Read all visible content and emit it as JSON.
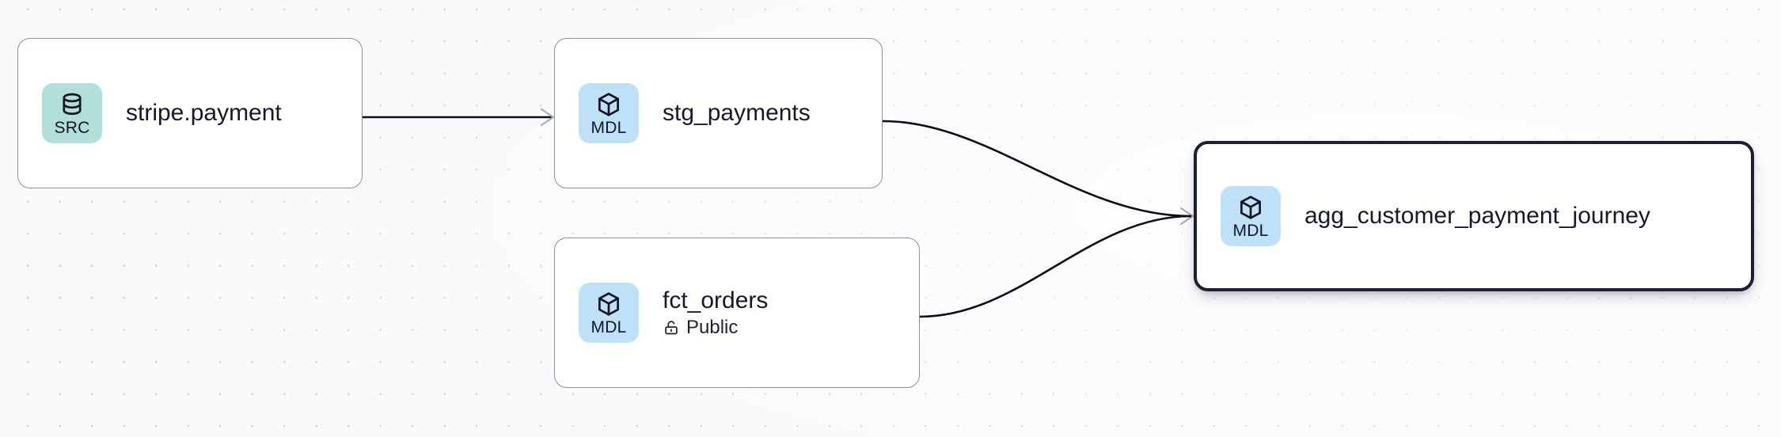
{
  "canvas": {
    "label": "data-lineage-graph",
    "background_color": "#f7f9fb",
    "dot_color": "#c9ced8"
  },
  "nodes": [
    {
      "id": "stripe-payment",
      "title": "stripe.payment",
      "badge_label": "SRC",
      "badge_icon": "database-icon",
      "badge_color": "#b2dfda",
      "selected": false,
      "meta": null
    },
    {
      "id": "stg-payments",
      "title": "stg_payments",
      "badge_label": "MDL",
      "badge_icon": "cube-icon",
      "badge_color": "#bfe1f8",
      "selected": false,
      "meta": null
    },
    {
      "id": "fct-orders",
      "title": "fct_orders",
      "badge_label": "MDL",
      "badge_icon": "cube-icon",
      "badge_color": "#bfe1f8",
      "selected": false,
      "meta": {
        "icon": "unlock-icon",
        "label": "Public"
      }
    },
    {
      "id": "agg-customer-payment-journey",
      "title": "agg_customer_payment_journey",
      "badge_label": "MDL",
      "badge_icon": "cube-icon",
      "badge_color": "#bfe1f8",
      "selected": true,
      "meta": null
    }
  ],
  "edges": [
    {
      "id": "edge-stripe-to-stg",
      "from": "stripe-payment",
      "to": "stg-payments"
    },
    {
      "id": "edge-stg-to-agg",
      "from": "stg-payments",
      "to": "agg-customer-payment-journey"
    },
    {
      "id": "edge-fct-to-agg",
      "from": "fct-orders",
      "to": "agg-customer-payment-journey"
    }
  ]
}
